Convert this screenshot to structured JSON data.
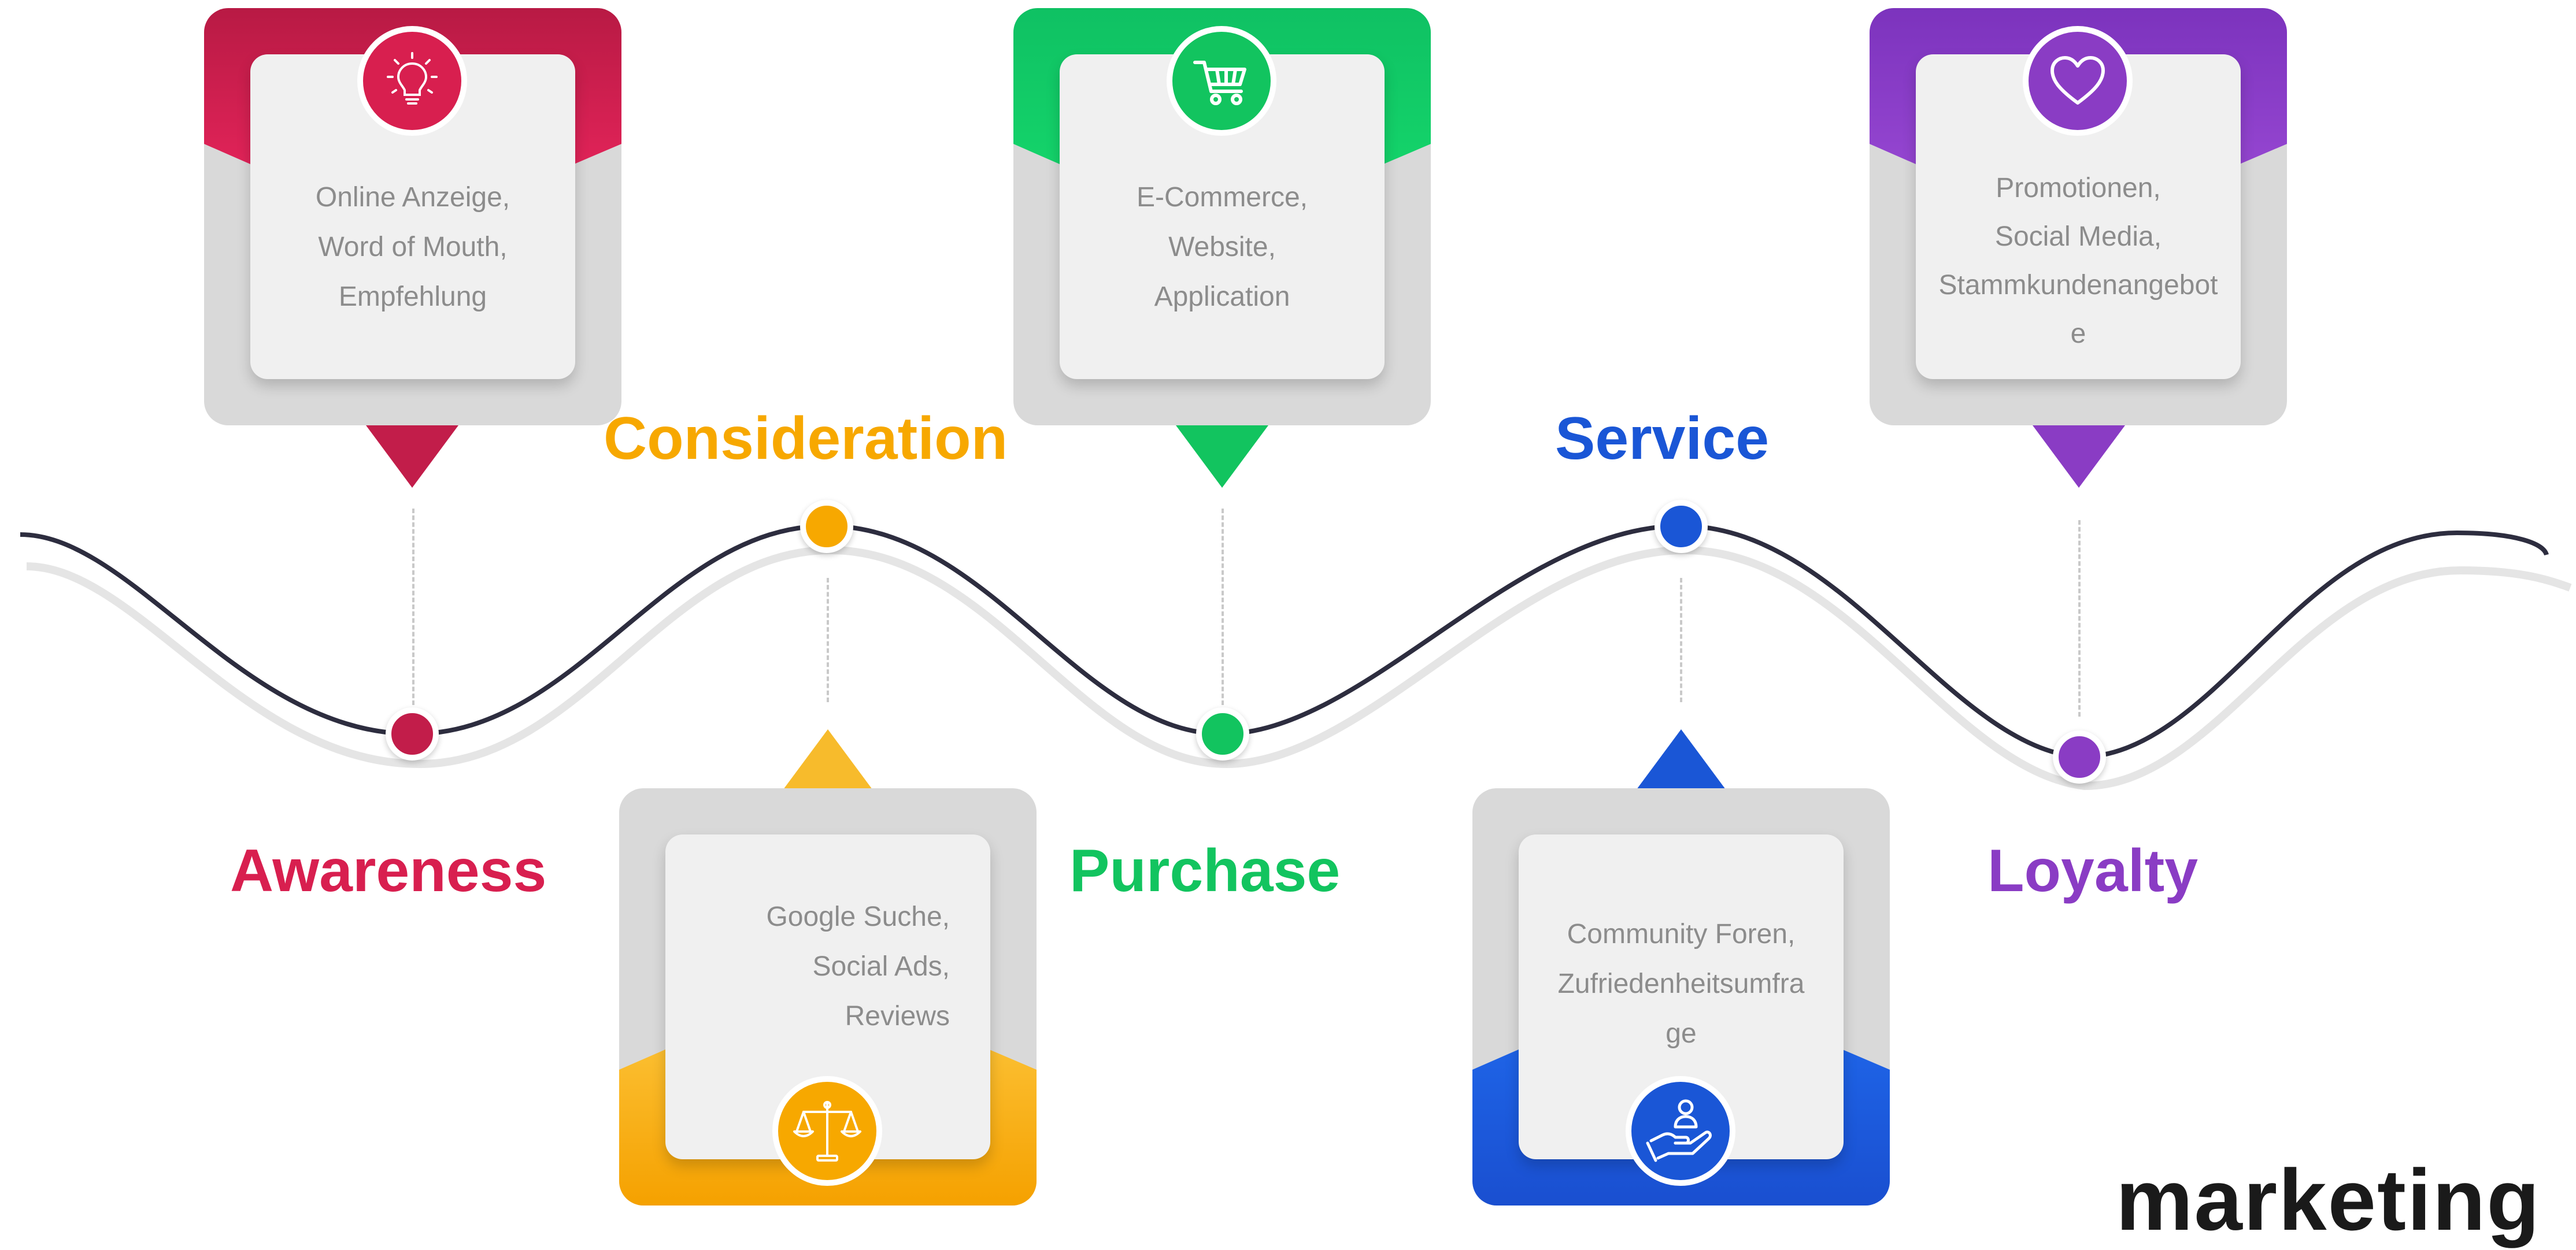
{
  "colors": {
    "awareness": "#c21d4a",
    "consideration": "#f7a800",
    "purchase": "#12c45f",
    "service": "#1a56d6",
    "loyalty": "#8a3cc4",
    "curve": "#2d2d3f"
  },
  "stages": {
    "awareness": {
      "label": "Awareness",
      "icon": "lightbulb-icon",
      "lines": [
        "Online Anzeige,",
        "Word of Mouth,",
        "Empfehlung"
      ]
    },
    "consideration": {
      "label": "Consideration",
      "icon": "scales-icon",
      "lines": [
        "Google Suche,",
        "Social Ads,",
        "Reviews"
      ]
    },
    "purchase": {
      "label": "Purchase",
      "icon": "shopping-cart-icon",
      "lines": [
        "E-Commerce,",
        "Website,",
        "Application"
      ]
    },
    "service": {
      "label": "Service",
      "icon": "hand-user-icon",
      "lines": [
        "Community Foren,",
        "Zufriedenheitsumfra",
        "ge"
      ]
    },
    "loyalty": {
      "label": "Loyalty",
      "icon": "heart-icon",
      "lines": [
        "Promotionen,",
        "Social Media,",
        "Stammkundenangebot",
        "e"
      ]
    }
  },
  "brand": "marketing"
}
